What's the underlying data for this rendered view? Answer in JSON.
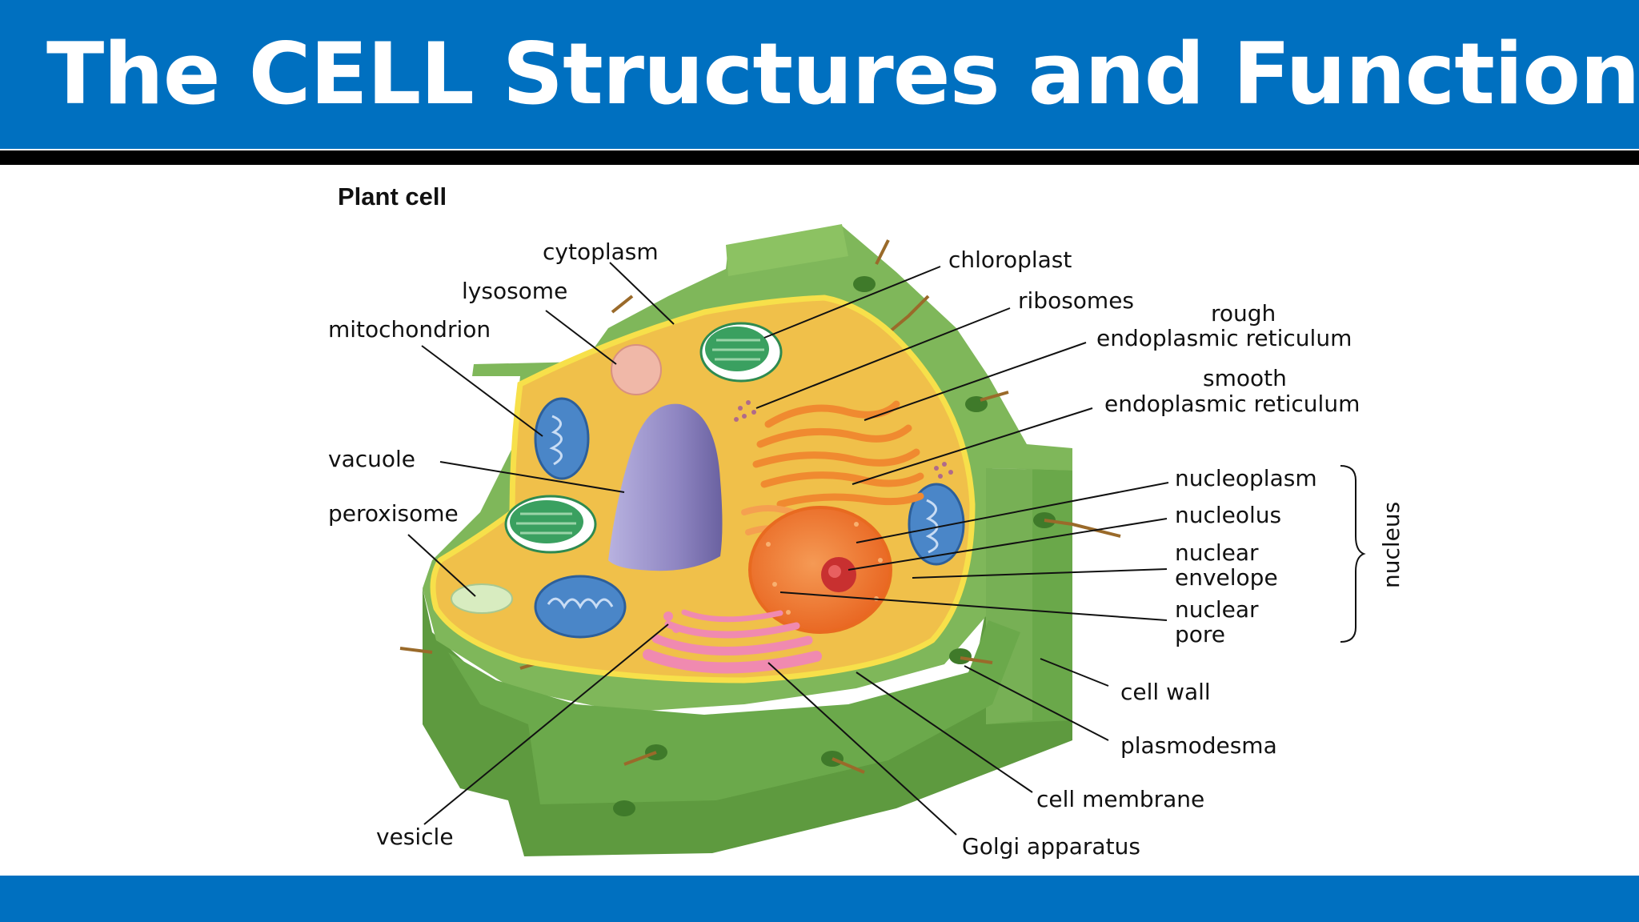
{
  "slide": {
    "title": "The CELL Structures and Functions",
    "colors": {
      "header": "#0070c0",
      "rule": "#000000",
      "footer": "#0070c0",
      "background": "#ffffff"
    }
  },
  "diagram": {
    "heading": "Plant cell",
    "labels": {
      "cytoplasm": "cytoplasm",
      "lysosome": "lysosome",
      "mitochondrion": "mitochondrion",
      "vacuole": "vacuole",
      "peroxisome": "peroxisome",
      "vesicle": "vesicle",
      "chloroplast": "chloroplast",
      "ribosomes": "ribosomes",
      "rough_er_1": "rough",
      "rough_er_2": "endoplasmic reticulum",
      "smooth_er_1": "smooth",
      "smooth_er_2": "endoplasmic reticulum",
      "nucleoplasm": "nucleoplasm",
      "nucleolus": "nucleolus",
      "nuclear_envelope_1": "nuclear",
      "nuclear_envelope_2": "envelope",
      "nuclear_pore_1": "nuclear",
      "nuclear_pore_2": "pore",
      "nucleus": "nucleus",
      "cell_wall": "cell wall",
      "plasmodesma": "plasmodesma",
      "cell_membrane": "cell membrane",
      "golgi": "Golgi apparatus"
    },
    "colors": {
      "cell_wall": "#7fb75a",
      "cell_wall_dark": "#5e9a3f",
      "cytoplasm": "#f0c04a",
      "membrane": "#f7e04a",
      "vacuole": "#9a92c8",
      "mitochondrion": "#4a86c8",
      "chloroplast": "#3aa060",
      "er": "#f08a30",
      "nucleus": "#f07a30",
      "nucleolus": "#c83030",
      "golgi": "#f08ab0",
      "lysosome": "#f0b8a8",
      "peroxisome": "#d8ecc0"
    }
  }
}
